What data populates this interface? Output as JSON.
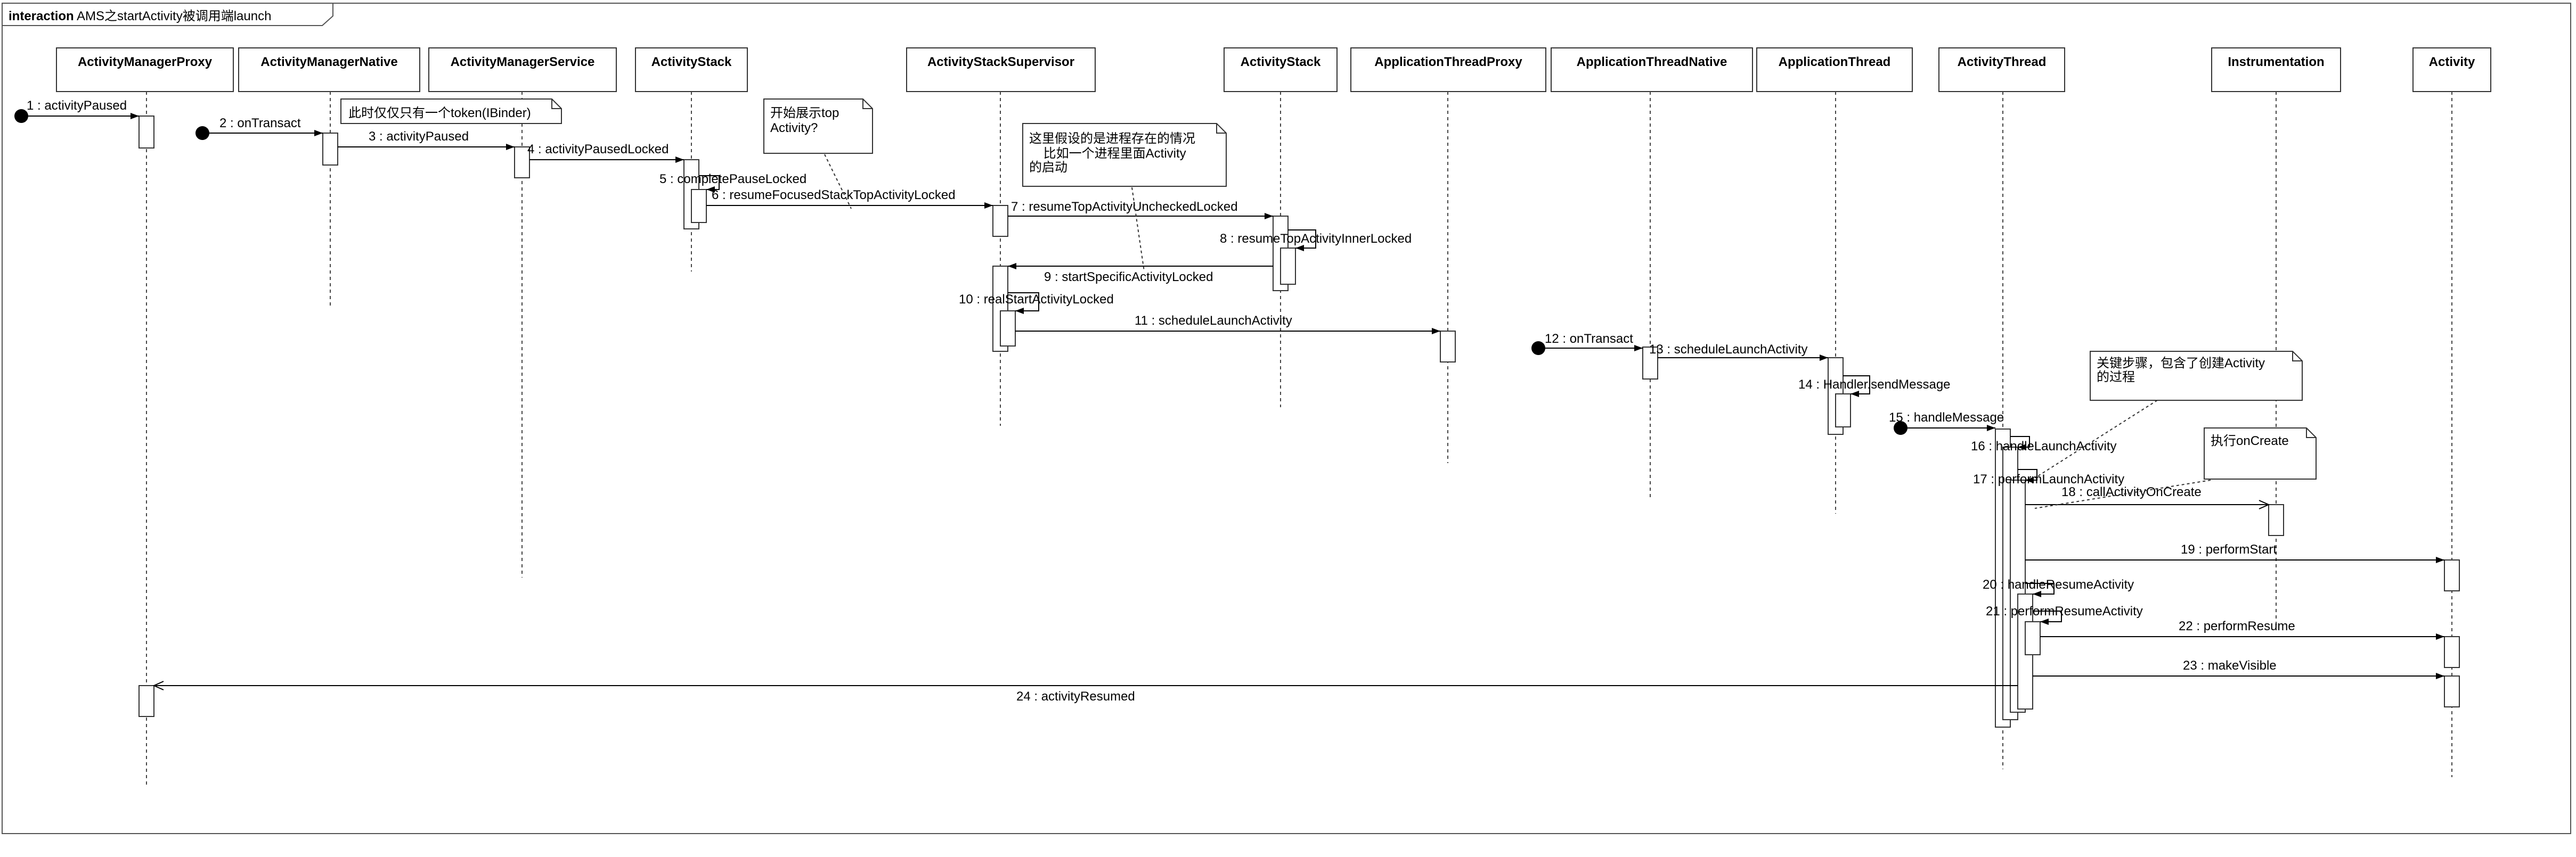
{
  "frame": {
    "keyword": "interaction",
    "title": "AMS之startActivity被调用端launch"
  },
  "lifelines": [
    {
      "id": "amp",
      "name": "ActivityManagerProxy"
    },
    {
      "id": "amn",
      "name": "ActivityManagerNative"
    },
    {
      "id": "ams",
      "name": "ActivityManagerService"
    },
    {
      "id": "as1",
      "name": "ActivityStack"
    },
    {
      "id": "ass",
      "name": "ActivityStackSupervisor"
    },
    {
      "id": "as2",
      "name": "ActivityStack"
    },
    {
      "id": "atp",
      "name": "ApplicationThreadProxy"
    },
    {
      "id": "atn",
      "name": "ApplicationThreadNative"
    },
    {
      "id": "apt",
      "name": "ApplicationThread"
    },
    {
      "id": "at",
      "name": "ActivityThread"
    },
    {
      "id": "inst",
      "name": "Instrumentation"
    },
    {
      "id": "act",
      "name": "Activity"
    }
  ],
  "messages": [
    {
      "id": "m1",
      "label": "1 : activityPaused"
    },
    {
      "id": "m2",
      "label": "2 : onTransact"
    },
    {
      "id": "m3",
      "label": "3 : activityPaused"
    },
    {
      "id": "m4",
      "label": "4 : activityPausedLocked"
    },
    {
      "id": "m5",
      "label": "5 : completePauseLocked"
    },
    {
      "id": "m6",
      "label": "6 : resumeFocusedStackTopActivityLocked"
    },
    {
      "id": "m7",
      "label": "7 : resumeTopActivityUncheckedLocked"
    },
    {
      "id": "m8",
      "label": "8 : resumeTopActivityInnerLocked"
    },
    {
      "id": "m9",
      "label": "9 : startSpecificActivityLocked"
    },
    {
      "id": "m10",
      "label": "10 : realStartActivityLocked"
    },
    {
      "id": "m11",
      "label": "11 : scheduleLaunchActivity"
    },
    {
      "id": "m12",
      "label": "12 : onTransact"
    },
    {
      "id": "m13",
      "label": "13 : scheduleLaunchActivity"
    },
    {
      "id": "m14",
      "label": "14 : Handler.sendMessage"
    },
    {
      "id": "m15",
      "label": "15 : handleMessage"
    },
    {
      "id": "m16",
      "label": "16 : handleLaunchActivity"
    },
    {
      "id": "m17",
      "label": "17 : performLaunchActivity"
    },
    {
      "id": "m18",
      "label": "18 : callActivityOnCreate"
    },
    {
      "id": "m19",
      "label": "19 : performStart"
    },
    {
      "id": "m20",
      "label": "20 : handleResumeActivity"
    },
    {
      "id": "m21",
      "label": "21 : performResumeActivity"
    },
    {
      "id": "m22",
      "label": "22 : performResume"
    },
    {
      "id": "m23",
      "label": "23 : makeVisible"
    },
    {
      "id": "m24",
      "label": "24 : activityResumed"
    }
  ],
  "notes": [
    {
      "id": "n1",
      "lines": [
        "此时仅仅只有一个token(IBinder)"
      ]
    },
    {
      "id": "n2",
      "lines": [
        "开始展示top",
        "Activity?"
      ]
    },
    {
      "id": "n3",
      "lines": [
        "这里假设的是进程存在的情况",
        "    比如一个进程里面Activity",
        "的启动"
      ]
    },
    {
      "id": "n4",
      "lines": [
        "关键步骤，包含了创建Activity",
        "的过程"
      ]
    },
    {
      "id": "n5",
      "lines": [
        "执行onCreate"
      ]
    }
  ]
}
